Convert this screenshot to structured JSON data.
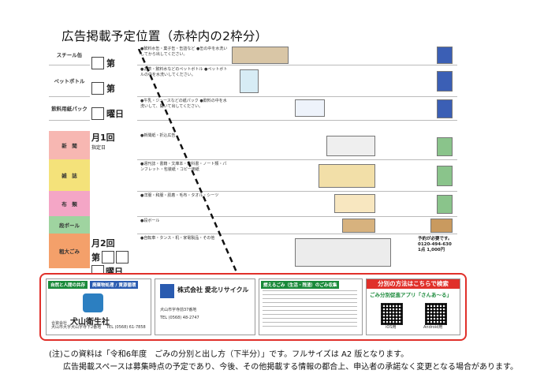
{
  "title": "広告掲載予定位置（赤枠内の2枠分）",
  "left": {
    "categories": [
      {
        "label": "スチール缶",
        "color": "#ffffff"
      },
      {
        "label": "ペットボトル",
        "color": "#ffffff"
      },
      {
        "label": "飲料用紙パック",
        "color": "#ffffff"
      },
      {
        "label": "新　聞",
        "color": "#f7b7b2"
      },
      {
        "label": "雑　誌",
        "color": "#f4e27a"
      },
      {
        "label": "布　類",
        "color": "#f4a6c6"
      },
      {
        "label": "段ボール",
        "color": "#9fd4a0"
      },
      {
        "label": "粗大ごみ",
        "color": "#f4a06a"
      }
    ],
    "days": {
      "d1": "第",
      "d2": "第",
      "d3": "曜日",
      "monthly": "月1回",
      "monthly_sub": "指定日",
      "monthly2": "月2回",
      "d4": "第",
      "d5": "曜日"
    }
  },
  "right": {
    "steel_text": "●飲料水缶・菓子缶・缶詰など ●缶の中を水洗いしてから出してください。",
    "pet_text": "●お茶・飲料水などのペットボトル ●ペットボトルの中を水洗いしてください。",
    "pack_text": "●牛乳・ジュースなどの紙パック ●飲料の中を水洗いして、開いて出してください。",
    "paper_text": "●新聞紙・折込広告",
    "magazine_text": "●週刊誌・書籍・文庫本・教科書・ノート類・パンフレット・包装紙・コピー用紙",
    "cloth_text": "●洋服・和服・肌着・毛布・タオル・シーツ",
    "carton_text": "●段ボール",
    "bulky_text": "●自転車・タンス・机・家電製品・その他",
    "badge_right": "予約が必要です。",
    "badge_fee": "1点 1,000円",
    "badge_phone": "0120-494-630"
  },
  "ads": {
    "ad1_top": "自然と人間の共存",
    "ad1_top2": "廃棄物処理 / 資源循環",
    "ad1_name": "犬山衛生社",
    "ad1_sub": "合資会社",
    "ad1_addr": "犬山市大字犬山字寺下2番地",
    "ad1_tel": "TEL (0568) 61-7858",
    "ad2_company": "株式会社 愛北リサイクル",
    "ad2_addr": "犬山市字寺前37番地",
    "ad2_tel": "TEL (0568) 48-2747",
    "ad3_title": "燃えるごみ（生活・残渣）のごみ収集",
    "ad4_title": "分別の方法はこちらで検索",
    "ad4_app": "ごみ分別促進アプリ「さんあ～る」",
    "ad4_qr1": "iOS用",
    "ad4_qr2": "Android用"
  },
  "notes": {
    "line1": "(注)この資料は「令和6年度　ごみの分別と出し方（下半分）」です。フルサイズは A2 版となります。",
    "line2": "広告掲載スペースは募集時点の予定であり、今後、その他掲載する情報の都合上、申込者の承諾なく変更となる場合があります。"
  },
  "colors": {
    "accent_red": "#e0302a",
    "brand_green": "#1a8a3a",
    "brand_blue": "#2a5bb0"
  }
}
